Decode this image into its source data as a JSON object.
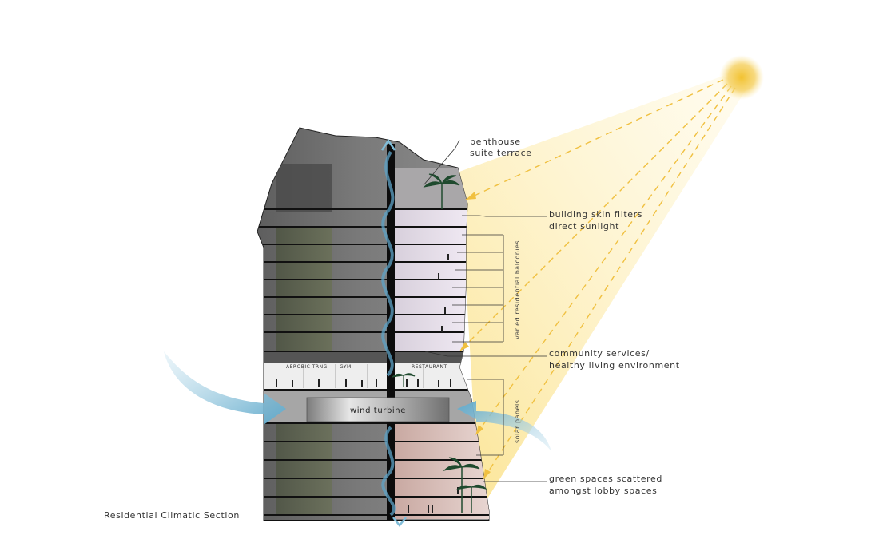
{
  "caption": "Residential Climatic Section",
  "annotations": {
    "penthouse": [
      "penthouse",
      "suite terrace"
    ],
    "skin": [
      "building skin filters",
      "direct sunlight"
    ],
    "community": [
      "community services/",
      "healthy living environment"
    ],
    "green": [
      "green spaces scattered",
      "amongst lobby spaces"
    ]
  },
  "bracket_labels": {
    "balconies": "varied residential balconies",
    "solar": "solar panels"
  },
  "section_labels": {
    "wind_turbine": "wind turbine",
    "gym": "GYM",
    "fitness": "AEROBIC TRNG",
    "restaurant": "RESTAURANT"
  },
  "colors": {
    "sun": "#f2c230",
    "sun_ray": "#f5cf55",
    "sun_beam": "#fdeaa4",
    "wind_arrow": "#8cc4dc",
    "building_glass": "#6d6d6d",
    "floor_slab": "#111111"
  },
  "icons": [
    "sun-icon",
    "wind-arrow-icon",
    "palm-tree-icon"
  ]
}
